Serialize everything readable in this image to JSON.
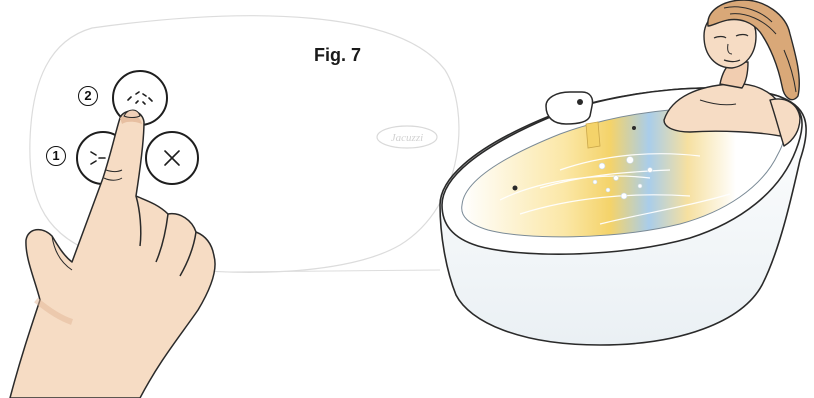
{
  "figure": {
    "label": "Fig. 7",
    "brand_logo_text": "Jacuzzi"
  },
  "callouts": [
    {
      "number": "1",
      "refers_to": "left-lower-button"
    },
    {
      "number": "2",
      "refers_to": "top-button"
    }
  ],
  "colors": {
    "line": "#2a2a2a",
    "panel_outline": "#dcdcdc",
    "water_yellow": "#f7dc8c",
    "water_blue": "#a9cdea",
    "skin": "#f6dcc4",
    "skin_shade": "#e7bfa1",
    "towel": "#d9a878",
    "bath_shadow": "#eaf0f4"
  },
  "icons": {
    "hand": "pointing-hand",
    "buttons": [
      "bubble-massage-button",
      "whirlpool-jets-button",
      "light-button"
    ],
    "person": "woman-in-bathtub"
  }
}
